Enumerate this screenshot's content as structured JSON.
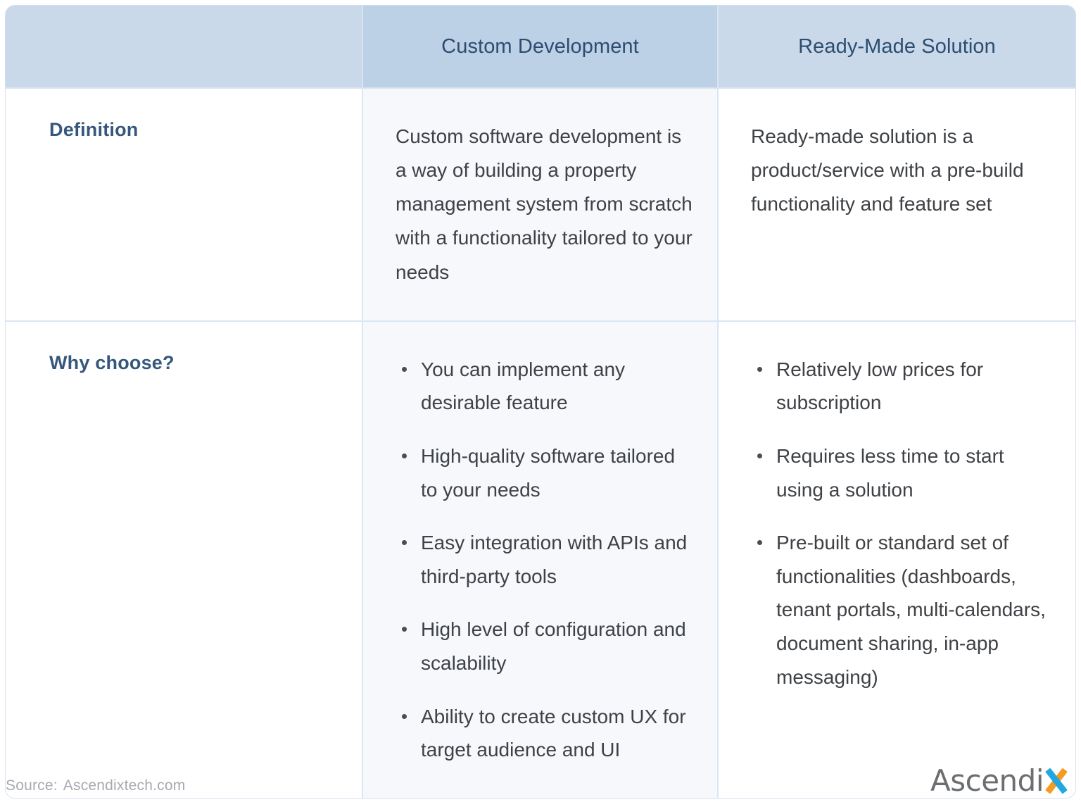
{
  "table": {
    "header": {
      "blank_label": "",
      "columns": [
        {
          "label": "Custom Development",
          "highlight": true
        },
        {
          "label": "Ready-Made Solution",
          "highlight": false
        }
      ]
    },
    "rows": [
      {
        "label": "Definition",
        "custom_development": {
          "type": "paragraph",
          "text": "Custom software development is a way of building a property management system from scratch with a functionality tailored to your needs"
        },
        "ready_made_solution": {
          "type": "paragraph",
          "text": "Ready-made solution is a product/service with a pre-build functionality and feature set"
        }
      },
      {
        "label": "Why choose?",
        "custom_development": {
          "type": "bullets",
          "items": [
            "You can implement any desirable feature",
            "High-quality software tailored to your needs",
            "Easy integration with APIs and third-party tools",
            "High level of configuration and scalability",
            "Ability to create custom UX for target audience and UI"
          ]
        },
        "ready_made_solution": {
          "type": "bullets",
          "items": [
            "Relatively low prices for subscription",
            "Requires less time to start using a solution",
            "Pre-built or standard set of functionalities (dashboards, tenant portals, multi-calendars, document sharing, in-app messaging)"
          ]
        }
      }
    ]
  },
  "footer": {
    "source_label": "Source:",
    "source_value": "Ascendixtech.com",
    "brand_text": "Ascendi",
    "brand_accent_letter": "x"
  },
  "colors": {
    "header_primary_bg": "#bcd0e6",
    "header_secondary_bg": "#c9d9ea",
    "header_text": "#2d4d70",
    "row_label_text": "#36577c",
    "body_text": "#3e4145",
    "mid_column_bg": "#f6f8fc",
    "border": "#dbe6f4",
    "source_text": "#a8a9ad",
    "brand_gray": "#6d6e70",
    "brand_orange": "#f59a23",
    "brand_blue": "#21a8e0"
  }
}
